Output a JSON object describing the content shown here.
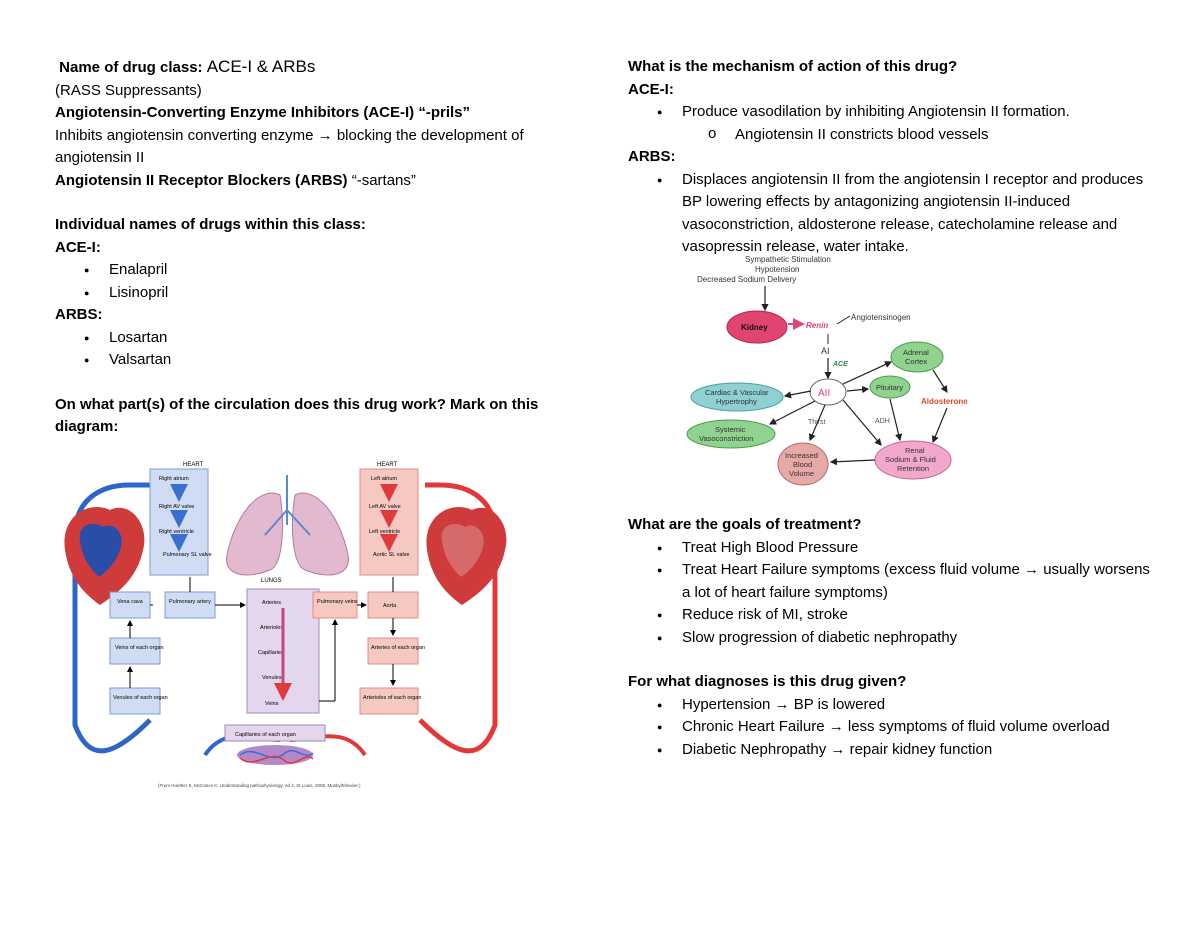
{
  "left": {
    "name_label": "Name of drug class:",
    "name_value": "ACE-I & ARBs",
    "rass": "(RASS Suppressants)",
    "ace_heading": "Angiotensin-Converting Enzyme Inhibitors (ACE-I) “-prils”",
    "ace_desc": "Inhibits angiotensin converting enzyme → blocking the development of angiotensin II",
    "arb_heading_bold": "Angiotensin II Receptor Blockers (ARBS)",
    "arb_heading_suffix": "“-sartans”",
    "names_heading": "Individual names of drugs within this class:",
    "acei_label": "ACE-I:",
    "acei_drugs": [
      "Enalapril",
      "Lisinopril"
    ],
    "arbs_label": "ARBS:",
    "arbs_drugs": [
      "Losartan",
      "Valsartan"
    ],
    "circulation_q": "On what part(s) of the circulation does this drug work?  Mark on this diagram:"
  },
  "circ_diagram": {
    "heart_left": "HEART",
    "heart_right": "HEART",
    "lungs": "LUNGS",
    "right_heart": [
      "Right atrium",
      "Right AV valve",
      "Right ventricle",
      "Pulmonary SL valve"
    ],
    "left_heart": [
      "Left atrium",
      "Left AV valve",
      "Left ventricle",
      "Aortic SL valve"
    ],
    "vena_cava": "Vena cava",
    "pulm_artery": "Pulmonary artery",
    "lung_vessels": [
      "Arteries",
      "Arterioles",
      "Capillaries",
      "Venules",
      "Veins"
    ],
    "pulm_veins": "Pulmonary veins",
    "aorta": "Aorta",
    "veins_organ": "Veins of each organ",
    "arteries_organ": "Arteries of each organ",
    "venules_organ": "Venules of each organ",
    "arterioles_organ": "Arterioles of each organ",
    "capillaries_organ": "Capillaries of each organ",
    "citation": "(From Huether S, McCance K: Understanding pathophysiology, ed 4, St Louis, 2008, Mosby/Elsevier.)"
  },
  "right": {
    "moa_q": "What is the mechanism of action of this drug?",
    "acei_label": "ACE-I:",
    "acei_point": "Produce vasodilation by inhibiting Angiotensin II formation.",
    "acei_sub": "Angiotensin II constricts blood vessels",
    "arbs_label": "ARBS:",
    "arbs_point": "Displaces angiotensin II from the angiotensin I receptor and produces BP lowering effects by antagonizing angiotensin II-induced vasoconstriction, aldosterone release, catecholamine release and vasopressin release, water intake.",
    "goals_q": "What are the goals of treatment?",
    "goals": [
      "Treat High Blood Pressure",
      "Treat Heart Failure symptoms (excess fluid volume → usually worsens a lot of heart failure symptoms)",
      "Reduce risk of MI, stroke",
      "Slow progression of diabetic nephropathy"
    ],
    "diag_q": "For what diagnoses is this drug given?",
    "diagnoses": [
      "Hypertension → BP is lowered",
      "Chronic Heart Failure → less symptoms of fluid volume overload",
      "Diabetic Nephropathy → repair kidney function"
    ]
  },
  "raas_diagram": {
    "stim1": "Sympathetic Stimulation",
    "stim2": "Hypotension",
    "stim3": "Decreased Sodium Delivery",
    "kidney": "Kidney",
    "renin": "Renin",
    "angiotensinogen": "Angiotensinogen",
    "ai": "AI",
    "ace": "ACE",
    "aii": "AII",
    "adrenal1": "Adrenal",
    "adrenal2": "Cortex",
    "pituitary": "Pituitary",
    "aldosterone": "Aldosterone",
    "cardiac1": "Cardiac & Vascular",
    "cardiac2": "Hypertrophy",
    "systemic1": "Systemic",
    "systemic2": "Vasoconstriction",
    "thirst": "Thirst",
    "adh": "ADH",
    "blood1": "Increased",
    "blood2": "Blood",
    "blood3": "Volume",
    "renal1": "Renal",
    "renal2": "Sodium & Fluid",
    "renal3": "Retention"
  }
}
